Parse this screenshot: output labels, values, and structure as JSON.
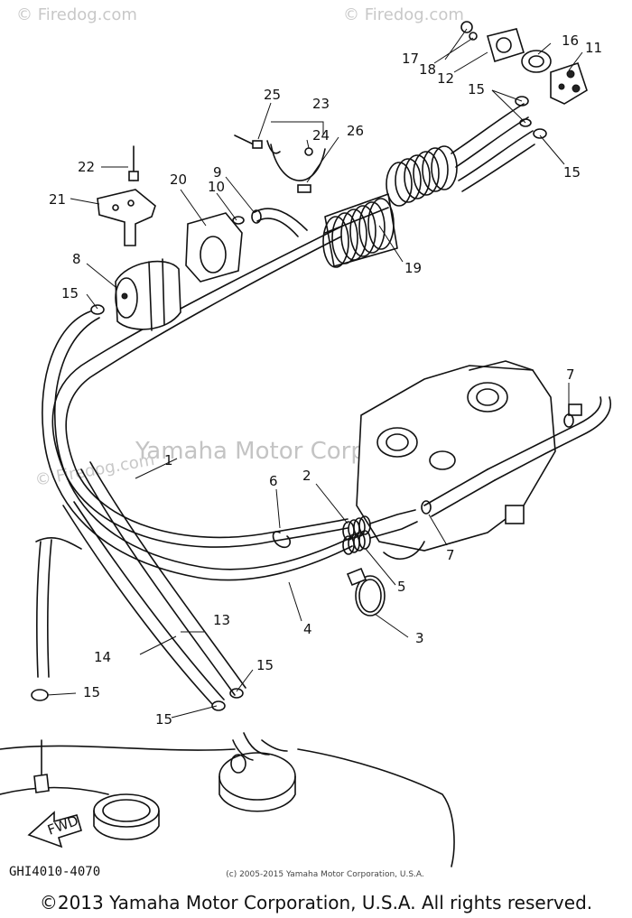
{
  "watermark": {
    "corner_left": "© Firedog.com",
    "corner_right": "© Firedog.com",
    "center": "Yamaha Motor Corp., U.S.A.",
    "mid_left": "© Firedog.com"
  },
  "diagram_code": "GHI4010-4070",
  "fwd_label": "FWD",
  "small_copyright": "(c) 2005-2015 Yamaha Motor Corporation, U.S.A.",
  "footer_copyright": "©2013 Yamaha Motor Corporation, U.S.A. All rights reserved.",
  "callouts": {
    "c1": "1",
    "c2": "2",
    "c3": "3",
    "c4": "4",
    "c5": "5",
    "c6": "6",
    "c7a": "7",
    "c7b": "7",
    "c8": "8",
    "c9": "9",
    "c10": "10",
    "c11": "11",
    "c12": "12",
    "c13": "13",
    "c14": "14",
    "c15a": "15",
    "c15b": "15",
    "c15c": "15",
    "c15d": "15",
    "c15e": "15",
    "c15f": "15",
    "c16": "16",
    "c17": "17",
    "c18": "18",
    "c19": "19",
    "c20": "20",
    "c21": "21",
    "c22": "22",
    "c23": "23",
    "c24": "24",
    "c25": "25",
    "c26": "26"
  }
}
